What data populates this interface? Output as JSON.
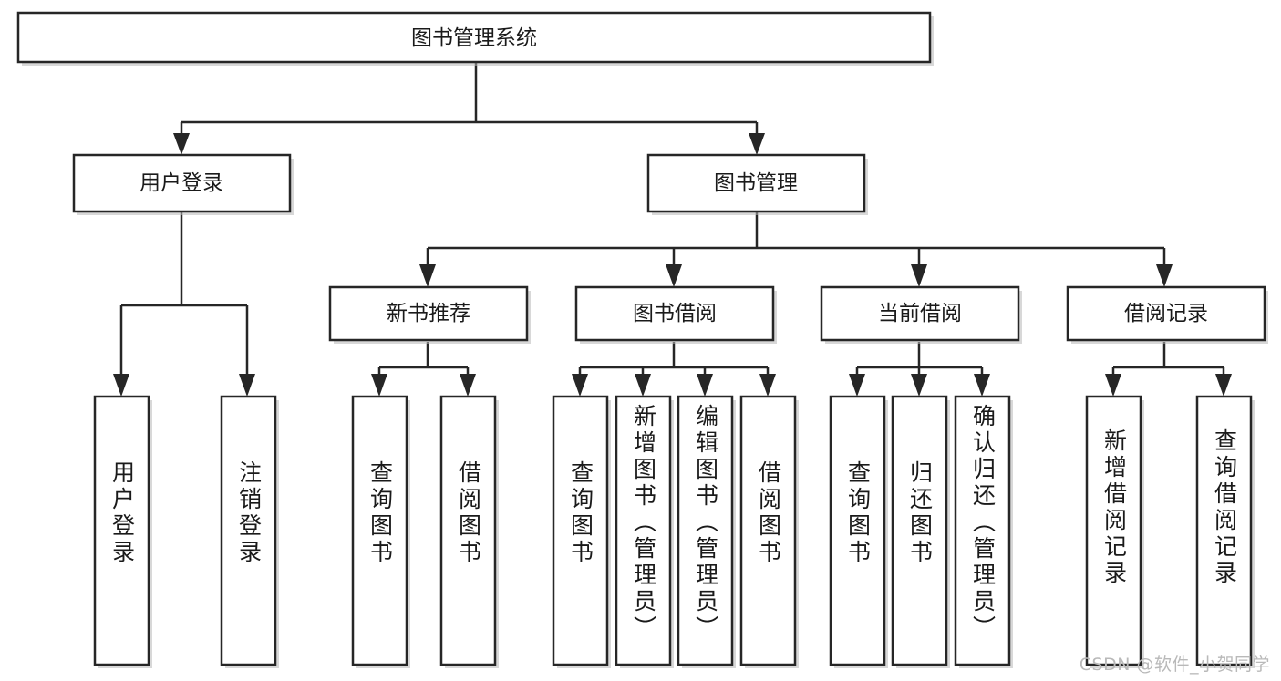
{
  "diagram": {
    "type": "tree",
    "title": "图书管理系统",
    "orientation": "top-down",
    "style": {
      "box_fill": "#ffffff",
      "box_stroke": "#262626",
      "connector_color": "#262626",
      "text_color": "#1a1a1a",
      "background": "#ffffff",
      "watermark_color": "#b9b9b9"
    },
    "levels": 4,
    "root": {
      "label": "图书管理系统"
    },
    "level2": [
      {
        "label": "用户登录"
      },
      {
        "label": "图书管理"
      }
    ],
    "level3": [
      {
        "label": "新书推荐"
      },
      {
        "label": "图书借阅"
      },
      {
        "label": "当前借阅"
      },
      {
        "label": "借阅记录"
      }
    ],
    "leaves": {
      "user_login": [
        {
          "label": "用户登录"
        },
        {
          "label": "注销登录"
        }
      ],
      "new_book_recommend": [
        {
          "label": "查询图书"
        },
        {
          "label": "借阅图书"
        }
      ],
      "book_borrow": [
        {
          "label": "查询图书"
        },
        {
          "label": "新增图书（管理员）"
        },
        {
          "label": "编辑图书（管理员）"
        },
        {
          "label": "借阅图书"
        }
      ],
      "current_borrow": [
        {
          "label": "查询图书"
        },
        {
          "label": "归还图书"
        },
        {
          "label": "确认归还（管理员）"
        }
      ],
      "borrow_record": [
        {
          "label": "新增借阅记录"
        },
        {
          "label": "查询借阅记录"
        }
      ]
    },
    "watermark": "CSDN @软件_小贺同学"
  }
}
